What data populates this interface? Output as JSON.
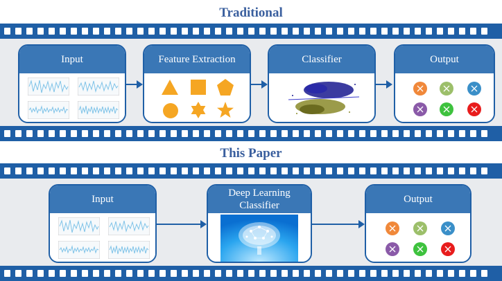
{
  "traditional": {
    "title": "Traditional",
    "stages": {
      "input": "Input",
      "feature": "Feature Extraction",
      "classifier": "Classifier",
      "output": "Output"
    }
  },
  "paper": {
    "title": "This Paper",
    "stages": {
      "input": "Input",
      "deep": "Deep Learning Classifier",
      "output": "Output"
    }
  },
  "colors": {
    "film": "#1f5fa6",
    "header": "#3a77b6",
    "band": "#e9ebee",
    "shape": "#f5a623",
    "signal": "#7fc3e8",
    "output_circles": [
      "#f0883a",
      "#9cbf6a",
      "#3a8fc8",
      "#8a5aa8",
      "#3ec23e",
      "#e81c1c"
    ]
  },
  "icons": {
    "shapes": [
      "triangle-icon",
      "square-icon",
      "pentagon-icon",
      "circle-icon",
      "star6-icon",
      "star5-icon"
    ],
    "output": "x-mark-circle-icon"
  }
}
